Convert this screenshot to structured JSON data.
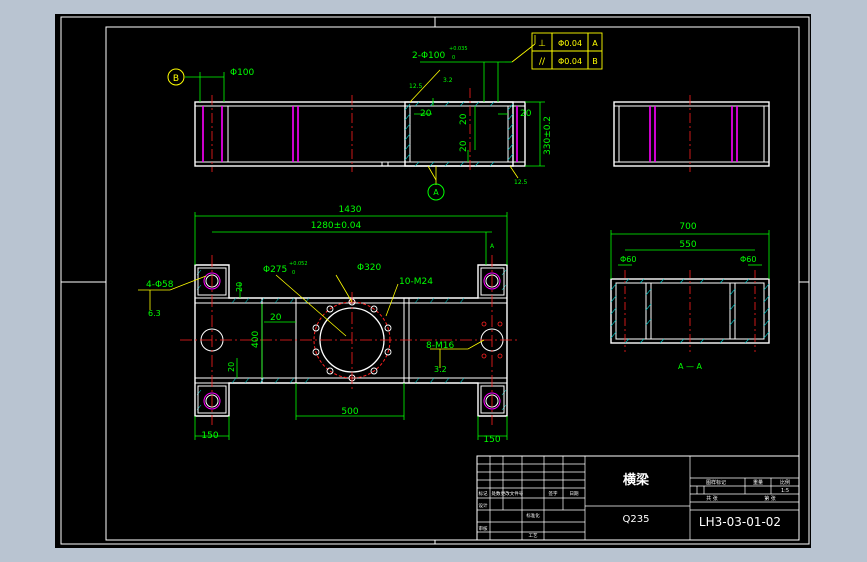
{
  "colors": {
    "background": "#000000",
    "frame": "#ffffff",
    "outline": "#ffffff",
    "dimension": "#00ff00",
    "centerline": "#ff2020",
    "hidden": "#ff00ff",
    "leader": "#ffff00",
    "hatch": "#00c8c8",
    "outer_bg": "#b9c4d1"
  },
  "top_view": {
    "datum_b": "B",
    "dia_100": "Φ100",
    "hole_callout": "2-Φ100",
    "hole_tol_upper": "+0.035",
    "hole_tol_lower": "0",
    "rough_left": "12.5",
    "rough_mid": "3.2",
    "dim_20_a": "20",
    "dim_20_b": "20",
    "dim_20_c": "20",
    "dim_20_d": "20",
    "height_tol": "330±0.2",
    "rough_right": "12.5",
    "datum_a": "A"
  },
  "tolerance_frame": {
    "row1": [
      "⊥",
      "Φ0.04",
      "A"
    ],
    "row2": [
      "//",
      "Φ0.04",
      "B"
    ]
  },
  "plan_view": {
    "overall": "1430",
    "span": "1280±0.04",
    "holes_4": "4-Φ58",
    "rough_63": "6.3",
    "dia_275": "Φ275",
    "dia_275_tol": "+0.052",
    "dia_275_tol_lo": "0",
    "dia_320": "Φ320",
    "thread_10": "10-M24",
    "thread_8": "8-M16",
    "rough_32": "3.2",
    "dim_20_top": "20",
    "dim_20_mid": "20",
    "dim_20_side": "20",
    "dim_400": "400",
    "dim_500": "500",
    "dim_150_left": "150",
    "dim_150_right": "150",
    "section_marker": "A"
  },
  "section_view": {
    "width": "700",
    "inner": "550",
    "dia_left": "Φ60",
    "dia_right": "Φ60",
    "label": "A — A"
  },
  "title_block": {
    "name": "横梁",
    "material": "Q235",
    "drawing_no": "LH3-03-01-02",
    "scale": "1:5",
    "labels": {
      "stage": "图样标记",
      "weight": "重量",
      "ratio": "比例",
      "sheet": "共 张",
      "sheet_no": "第 张",
      "mark": "标记",
      "count": "处数",
      "doc": "更改文件号",
      "sign": "签字",
      "date": "日期",
      "design": "设计",
      "approve": "审核",
      "craft": "工艺",
      "std": "标准化"
    }
  }
}
